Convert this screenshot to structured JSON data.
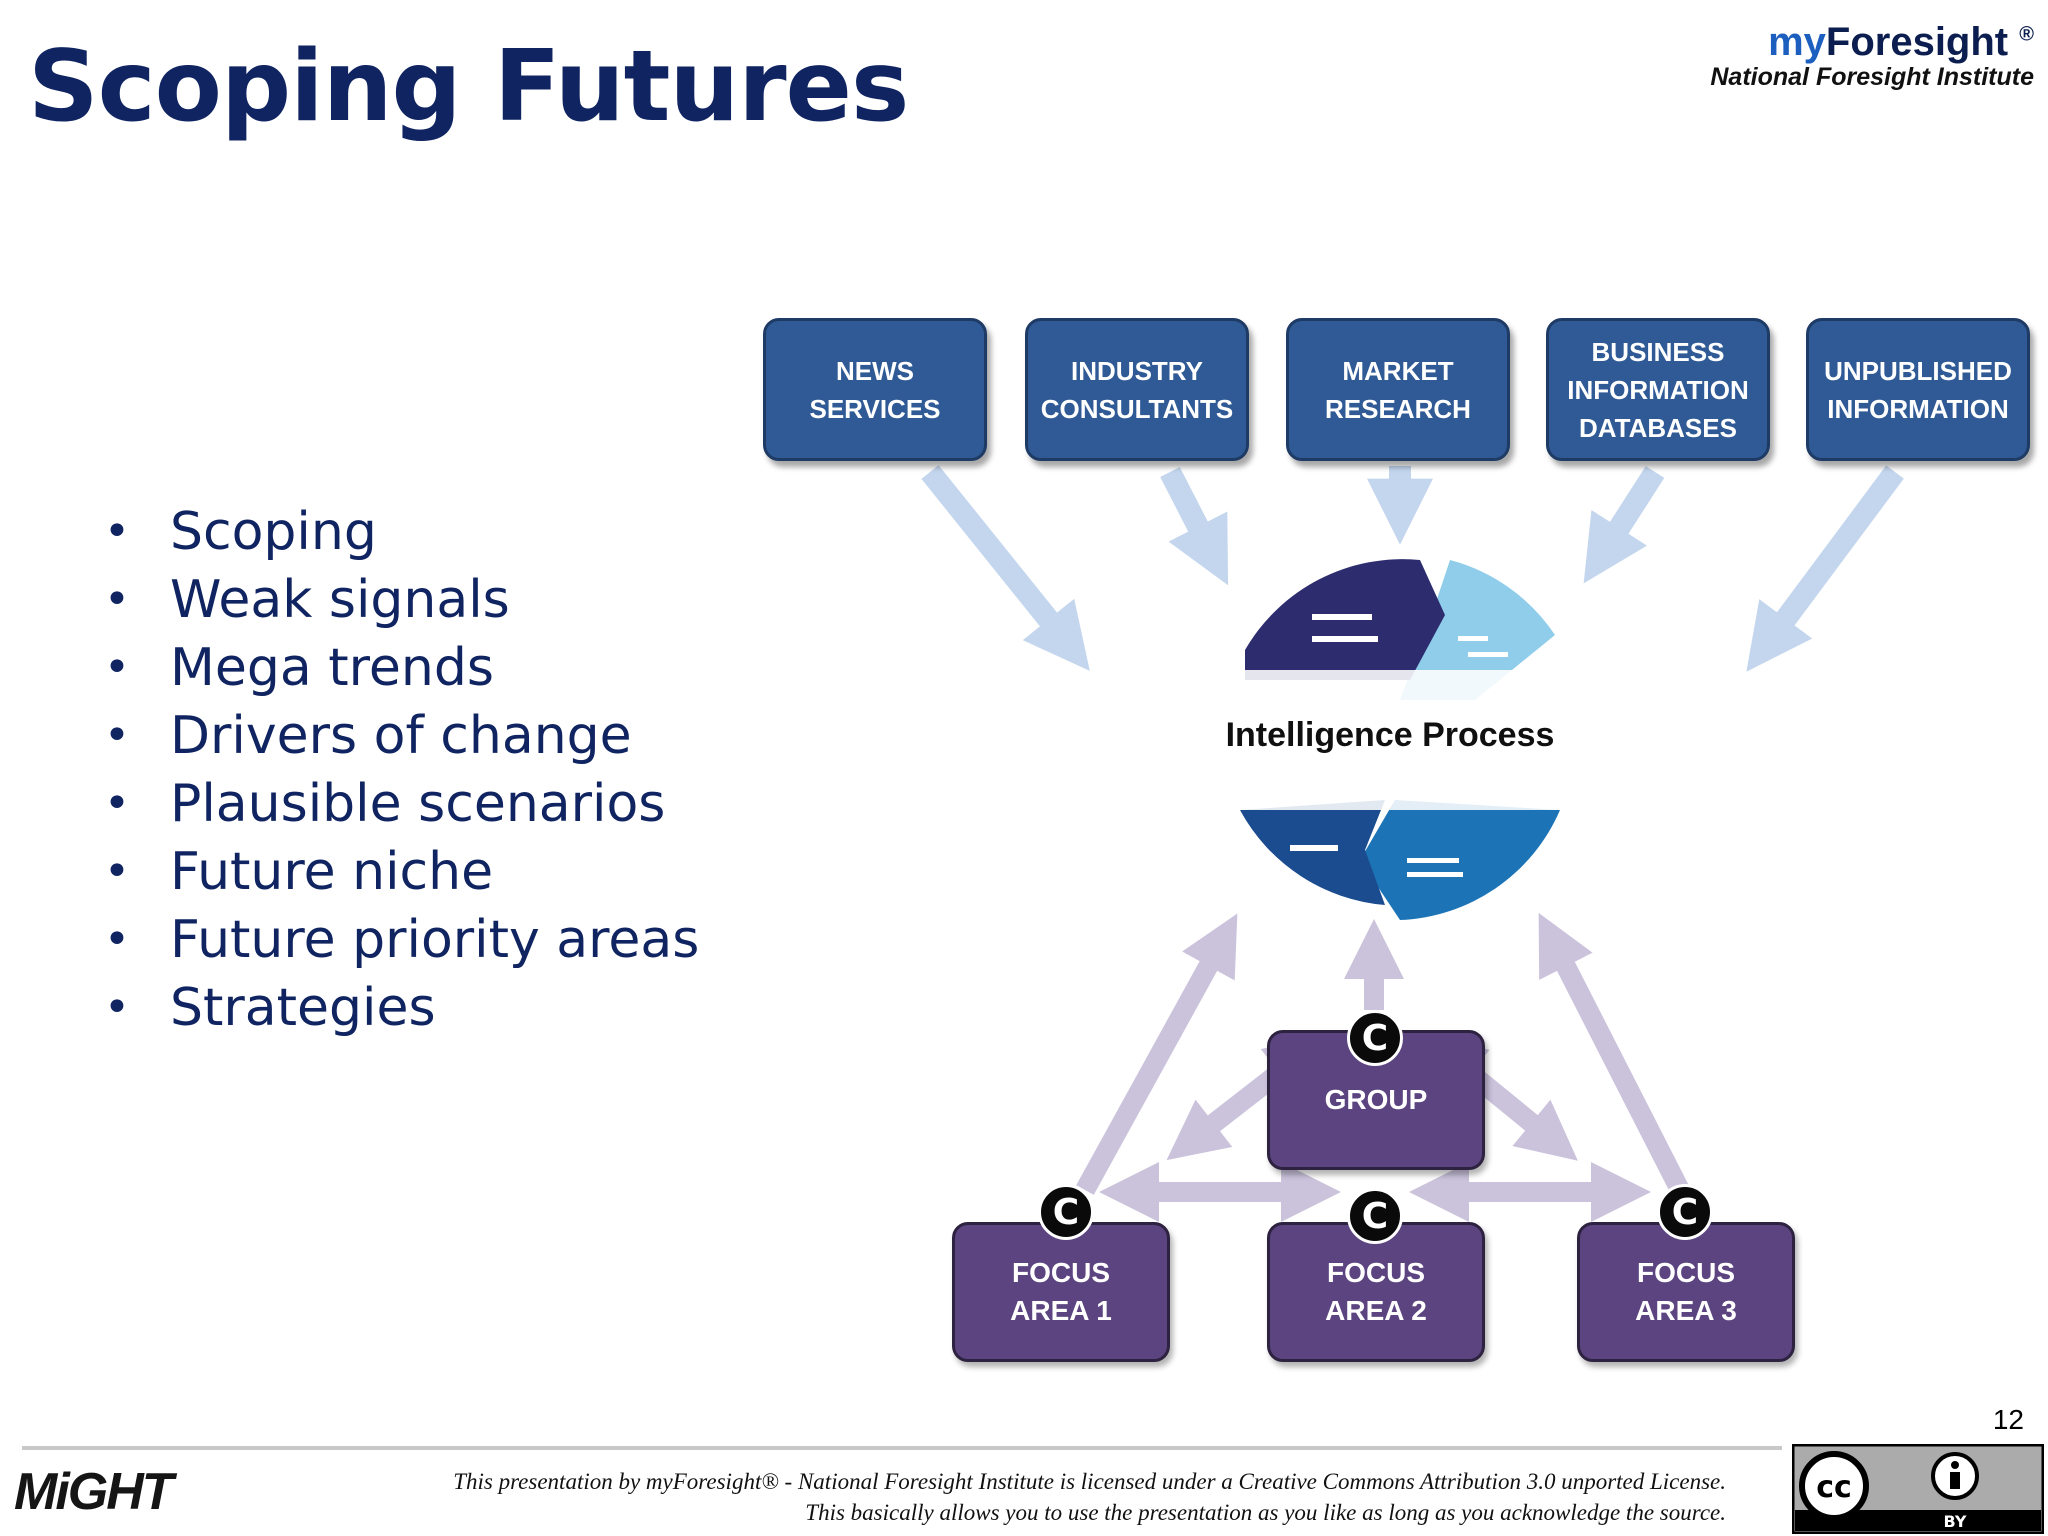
{
  "slide": {
    "title": "Scoping Futures",
    "page_number": "12"
  },
  "brand": {
    "my": "my",
    "name": "Foresight",
    "reg": "®",
    "subtitle": "National Foresight Institute"
  },
  "bullets": [
    "Scoping",
    "Weak signals",
    "Mega trends",
    "Drivers of change",
    "Plausible scenarios",
    "Future niche",
    "Future priority areas",
    "Strategies"
  ],
  "diagram": {
    "sources": [
      {
        "line1": "NEWS",
        "line2": "SERVICES",
        "line3": ""
      },
      {
        "line1": "INDUSTRY",
        "line2": "CONSULTANTS",
        "line3": ""
      },
      {
        "line1": "MARKET",
        "line2": "RESEARCH",
        "line3": ""
      },
      {
        "line1": "BUSINESS",
        "line2": "INFORMATION",
        "line3": "DATABASES"
      },
      {
        "line1": "UNPUBLISHED",
        "line2": "INFORMATION",
        "line3": ""
      }
    ],
    "center_label": "Intelligence Process",
    "group": {
      "label": "GROUP",
      "badge": "C"
    },
    "focus_areas": [
      {
        "line1": "FOCUS",
        "line2": "AREA 1",
        "badge": "C"
      },
      {
        "line1": "FOCUS",
        "line2": "AREA 2",
        "badge": "C"
      },
      {
        "line1": "FOCUS",
        "line2": "AREA 3",
        "badge": "C"
      }
    ],
    "colors": {
      "source_box": "#2f5a95",
      "group_box": "#5b4480",
      "source_arrow": "#c3d6ee",
      "group_arrow": "#cbc3dc"
    }
  },
  "footer": {
    "logo": "MiGHT",
    "license_line1": "This presentation by myForesight® - National Foresight Institute is licensed under a Creative Commons Attribution 3.0 unported License.",
    "license_line2": "This basically allows you to use the presentation as you like as long as you acknowledge the source.",
    "cc_label": "cc",
    "by_label": "BY"
  }
}
